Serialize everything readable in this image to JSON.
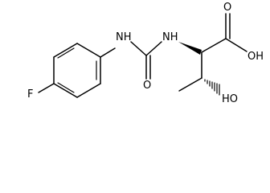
{
  "molecule": {
    "atoms": {
      "fluorine": "F",
      "nh_aryl": "NH",
      "nh_alpha": "NH",
      "urea_oxygen": "O",
      "acid_carbonyl_oxygen": "O",
      "acid_hydroxyl": "OH",
      "side_chain_hydroxyl": "HO"
    }
  }
}
